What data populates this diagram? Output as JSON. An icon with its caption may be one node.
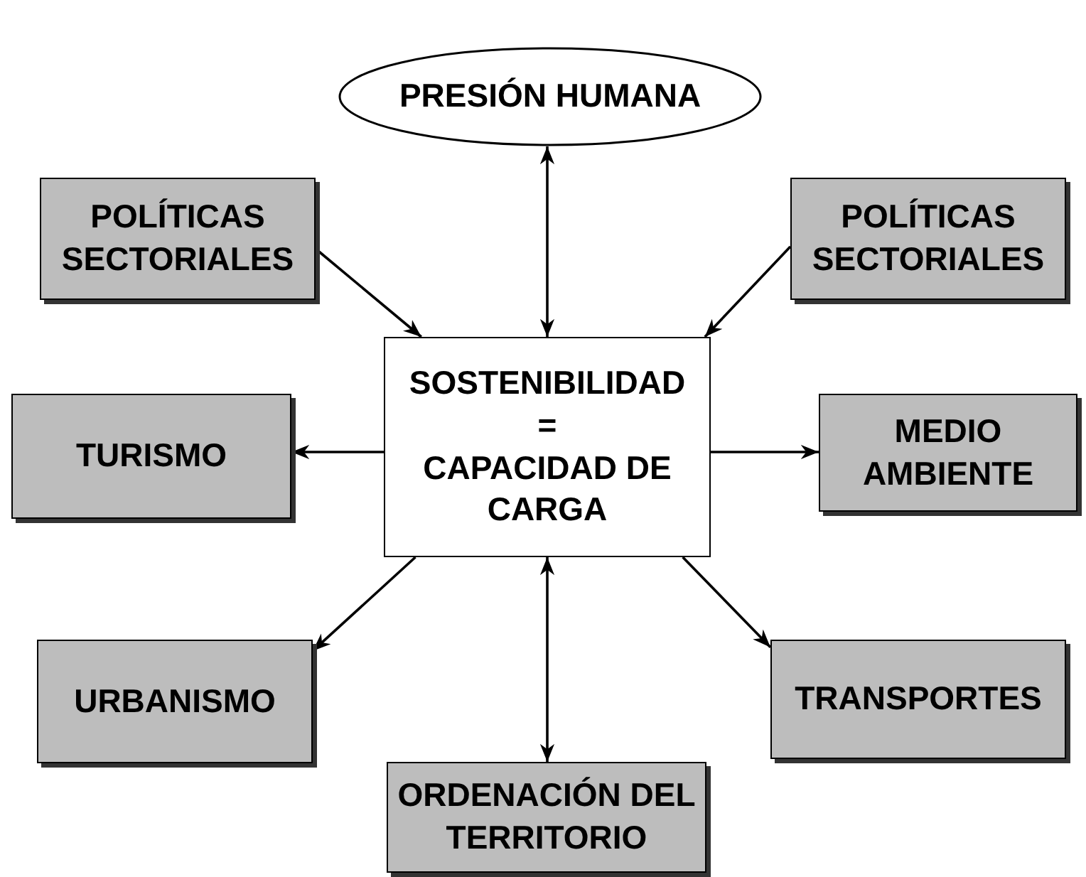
{
  "diagram": {
    "nodes": [
      {
        "text": [
          "PRESIÓN HUMANA"
        ]
      },
      {
        "text": [
          "POLÍTICAS SECTORIALES"
        ]
      },
      {
        "text": [
          "POLÍTICAS SECTORIALES"
        ]
      },
      {
        "text": [
          "SOSTENIBILIDAD",
          "=",
          "CAPACIDAD DE CARGA"
        ]
      },
      {
        "text": [
          "TURISMO"
        ]
      },
      {
        "text": [
          "MEDIO AMBIENTE"
        ]
      },
      {
        "text": [
          "URBANISMO"
        ]
      },
      {
        "text": [
          "TRANSPORTES"
        ]
      },
      {
        "text": [
          "ORDENACIÓN DEL TERRITORIO"
        ]
      }
    ],
    "edges": [
      {
        "from": 0,
        "to": 3,
        "arrow": "both"
      },
      {
        "from": 1,
        "to": 3,
        "arrow": "to"
      },
      {
        "from": 2,
        "to": 3,
        "arrow": "to"
      },
      {
        "from": 3,
        "to": 4,
        "arrow": "to"
      },
      {
        "from": 3,
        "to": 5,
        "arrow": "to"
      },
      {
        "from": 3,
        "to": 6,
        "arrow": "to"
      },
      {
        "from": 3,
        "to": 7,
        "arrow": "to"
      },
      {
        "from": 3,
        "to": 8,
        "arrow": "both"
      }
    ]
  }
}
